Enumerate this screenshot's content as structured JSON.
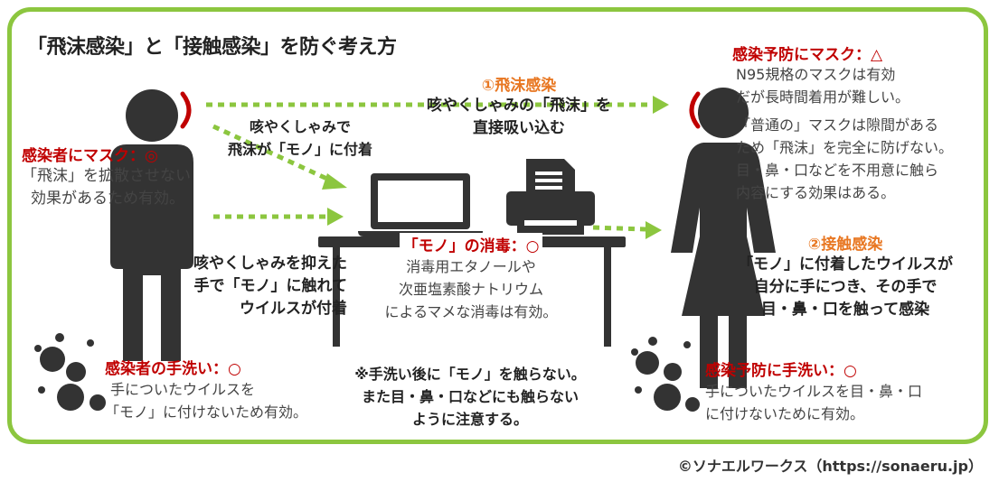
{
  "title": "「飛沫感染」と「接触感染」を防ぐ考え方",
  "droplet": {
    "heading": "①飛沫感染",
    "lines": [
      "咳やくしゃみの「飛沫」を",
      "直接吸い込む"
    ]
  },
  "contact": {
    "heading": "②接触感染",
    "lines": [
      "「モノ」に付着したウイルスが",
      "自分に手につき、その手で",
      "目・鼻・口を触って感染"
    ]
  },
  "infected_mask": {
    "heading": "感染者にマスク：◎",
    "lines": [
      "「飛沫」を拡散させない",
      "効果があるため有効。"
    ]
  },
  "cough_to_object": {
    "lines": [
      "咳やくしゃみで",
      "飛沫が「モノ」に付着"
    ]
  },
  "hand_cover": {
    "lines": [
      "咳やくしゃみを抑えた",
      "手で「モノ」に触れて",
      "ウイルスが付着"
    ]
  },
  "infected_handwash": {
    "heading": "感染者の手洗い：○",
    "lines": [
      "手についたウイルスを",
      "「モノ」に付けないため有効。"
    ]
  },
  "object_disinfect": {
    "heading": "「モノ」の消毒：○",
    "lines": [
      "消毒用エタノールや",
      "次亜塩素酸ナトリウム",
      "によるマメな消毒は有効。"
    ]
  },
  "note": {
    "lines": [
      "※手洗い後に「モノ」を触らない。",
      "また目・鼻・口などにも触らない",
      "ように注意する。"
    ]
  },
  "prevent_mask": {
    "heading": "感染予防にマスク：△",
    "lines": [
      "N95規格のマスクは有効",
      "だが長時間着用が難しい。",
      "「普通の」マスクは隙間がある",
      "ため「飛沫」を完全に防げない。",
      "目・鼻・口などを不用意に触ら",
      "内容にする効果はある。"
    ]
  },
  "prevent_handwash": {
    "heading": "感染予防に手洗い：○",
    "lines": [
      "手についたウイルスを目・鼻・口",
      "に付けないために有効。"
    ]
  },
  "credit": "©ソナエルワークス（https://sonaeru.jp）",
  "colors": {
    "frame": "#8cc63f",
    "arrow": "#8cc63f",
    "heading_red": "#c00000",
    "heading_orange": "#e87722",
    "figure": "#333333"
  },
  "icons": [
    "man-figure-icon",
    "woman-figure-icon",
    "laptop-icon",
    "printer-icon",
    "desk-icon",
    "virus-droplets-icon"
  ]
}
